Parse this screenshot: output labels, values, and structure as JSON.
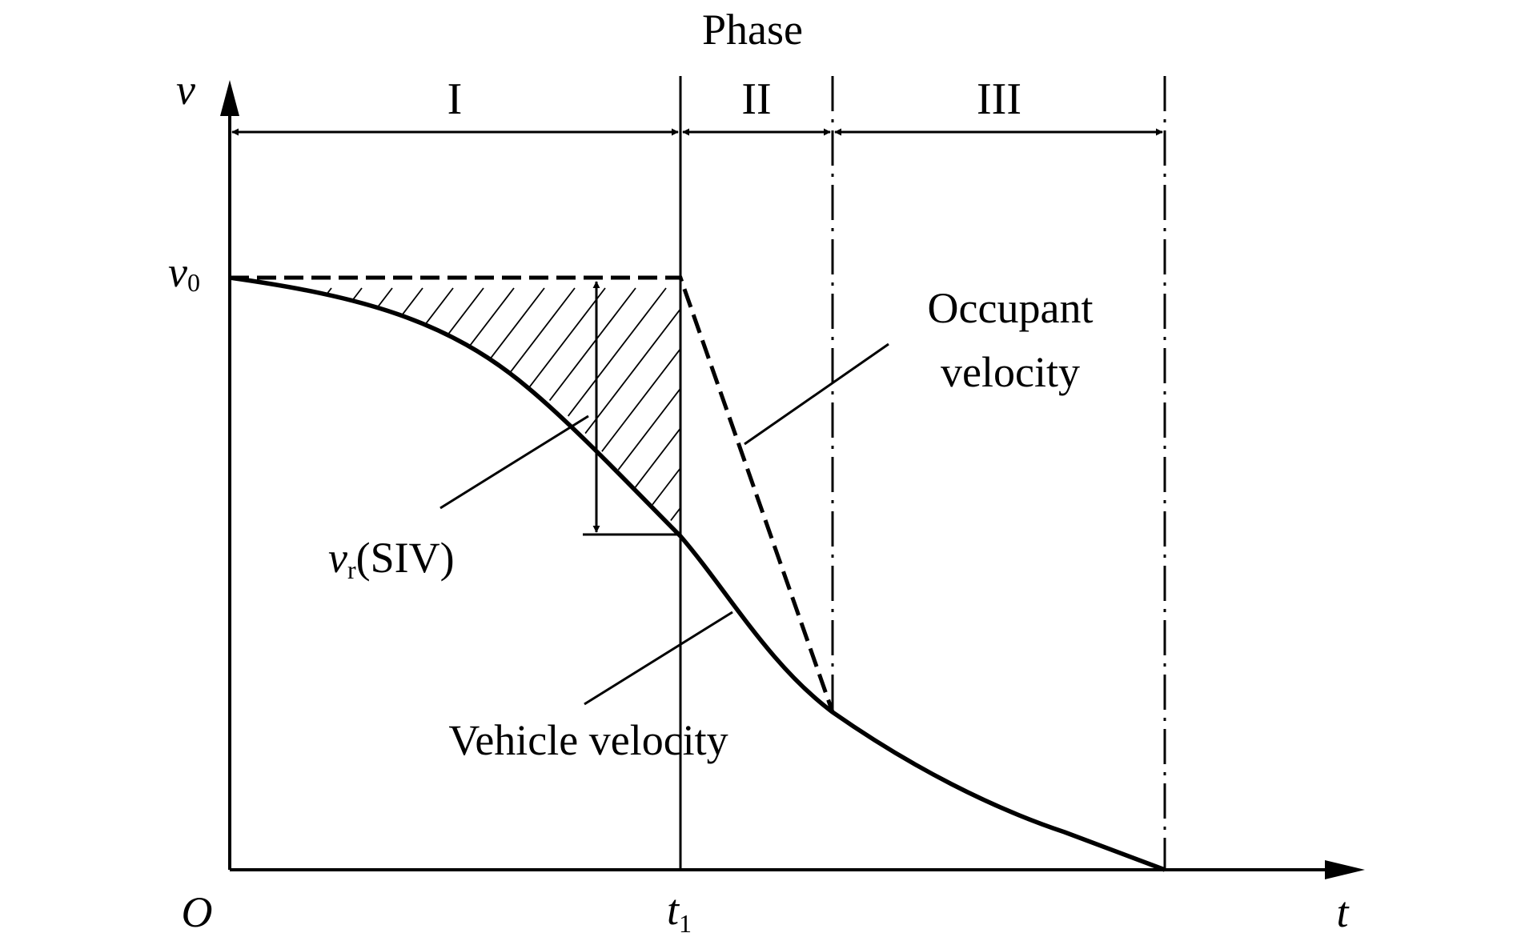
{
  "header": {
    "phase_label": "Phase"
  },
  "phases": [
    {
      "id": "phase-1",
      "label": "I"
    },
    {
      "id": "phase-2",
      "label": "II"
    },
    {
      "id": "phase-3",
      "label": "III"
    }
  ],
  "axes": {
    "y_label": "v",
    "x_label": "t",
    "origin_label": "O",
    "v0_main": "v",
    "v0_sub": "0",
    "t1_main": "t",
    "t1_sub": "1"
  },
  "annotations": {
    "occupant_line1": "Occupant",
    "occupant_line2": "velocity",
    "vehicle": "Vehicle velocity",
    "vr_main": "v",
    "vr_sub": "r",
    "vr_rest": "(SIV)"
  },
  "colors": {
    "ink": "#000000",
    "background": "#ffffff"
  }
}
